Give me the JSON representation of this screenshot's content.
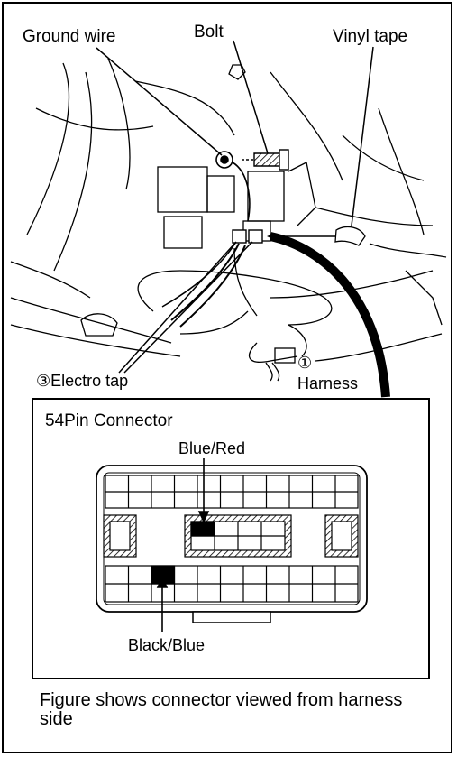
{
  "callouts": {
    "ground_wire": "Ground wire",
    "bolt": "Bolt",
    "vinyl_tape": "Vinyl tape",
    "electro_tap": "③Electro tap",
    "harness_marker": "①",
    "harness": "Harness"
  },
  "connector": {
    "title": "54Pin Connector",
    "wire_top": "Blue/Red",
    "wire_bottom": "Black/Blue"
  },
  "caption": "Figure shows connector viewed from harness side",
  "colors": {
    "ink": "#000000",
    "paper": "#ffffff"
  }
}
